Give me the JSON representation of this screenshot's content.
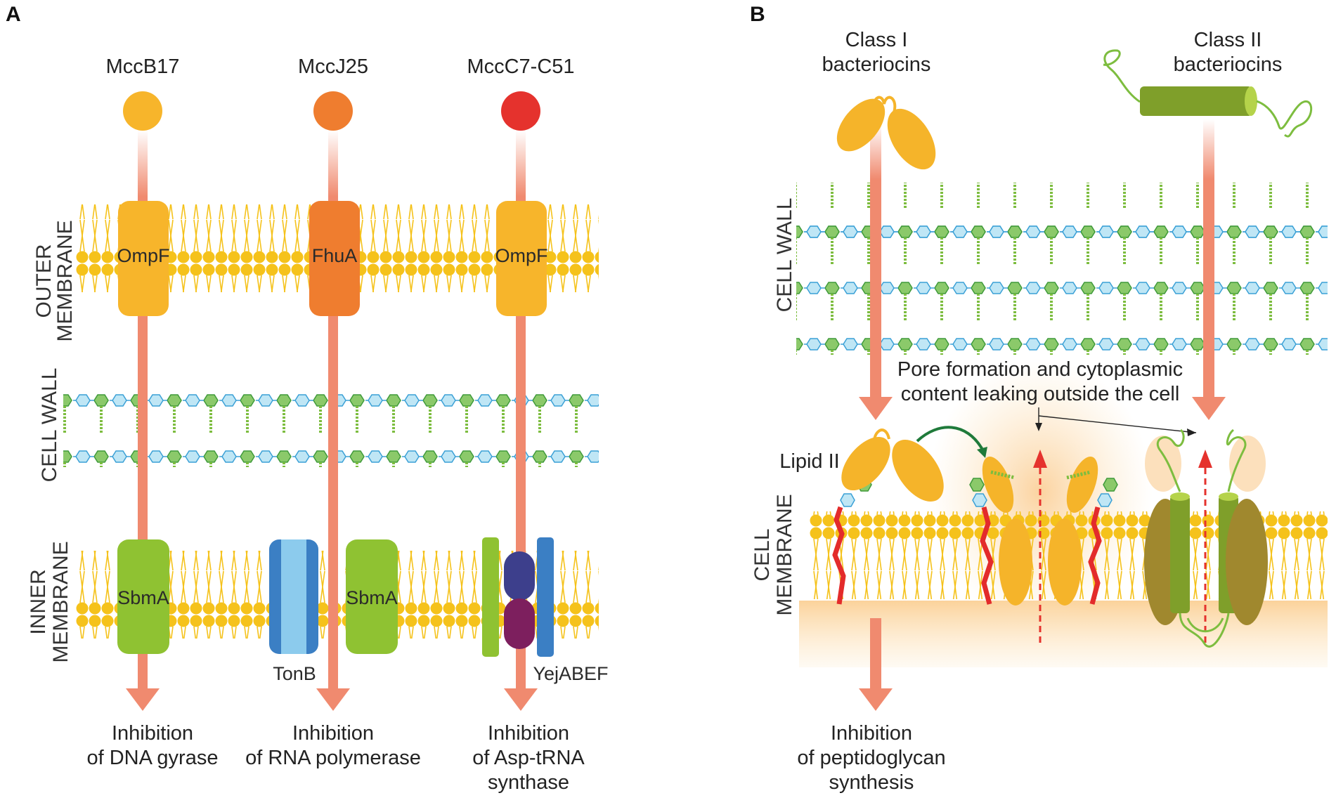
{
  "panel_a": {
    "letter": "A",
    "vertical_labels": {
      "outer_membrane": [
        "OUTER",
        "MEMBRANE"
      ],
      "cell_wall": "CELL WALL",
      "inner_membrane": [
        "INNER",
        "MEMBRANE"
      ]
    },
    "pathways": [
      {
        "name": "MccB17",
        "color": "#f7b52b",
        "outer_protein": "OmpF",
        "inner_protein": "SbmA",
        "result": [
          "Inhibition",
          "of DNA gyrase"
        ]
      },
      {
        "name": "MccJ25",
        "color": "#ef7d2f",
        "outer_protein": "FhuA",
        "inner_protein": "SbmA",
        "inner_extra": "TonB",
        "result": [
          "Inhibition",
          "of RNA polymerase"
        ]
      },
      {
        "name": "MccC7-C51",
        "color": "#e5322d",
        "outer_protein": "OmpF",
        "inner_extra": "YejABEF",
        "result": [
          "Inhibition",
          "of Asp-tRNA",
          "synthase"
        ]
      }
    ]
  },
  "panel_b": {
    "letter": "B",
    "class1_label": [
      "Class I",
      "bacteriocins"
    ],
    "class2_label": [
      "Class II",
      "bacteriocins"
    ],
    "cell_wall_label": "CELL WALL",
    "cell_membrane_label": [
      "CELL",
      "MEMBRANE"
    ],
    "pore_label": [
      "Pore formation and cytoplasmic",
      "content leaking outside the cell"
    ],
    "lipid_label": "Lipid II",
    "result": [
      "Inhibition",
      "of peptidoglycan",
      "synthesis"
    ]
  },
  "colors": {
    "lipid": "#f5c21b",
    "arrow": "#f08a6f",
    "peptide_green": "#7dbd3f",
    "hex_blue": "#bfe6f5",
    "hex_green": "#8bc96a",
    "tonb_dark": "#3b7fc4",
    "tonb_light": "#8ccbed",
    "class2_dark": "#a0882e",
    "class2_green": "#7f9f2a",
    "lipid_red": "#e32b2b"
  }
}
